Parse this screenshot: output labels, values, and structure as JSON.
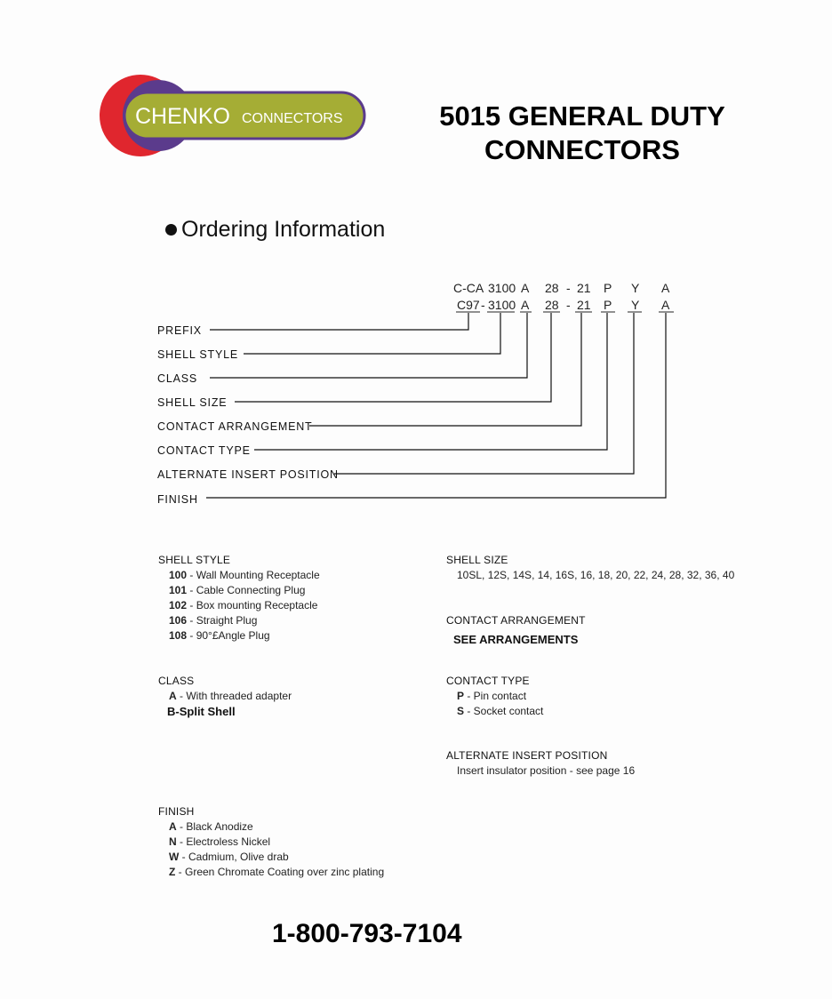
{
  "logo": {
    "brand": "CHENKO",
    "sub": "CONNECTORS",
    "colors": {
      "red": "#e0262e",
      "purple": "#5b3b8c",
      "olive": "#a5ad35"
    }
  },
  "title": {
    "line1": "5015 GENERAL DUTY",
    "line2": "CONNECTORS"
  },
  "section_heading": "Ordering Information",
  "part_code": {
    "row1": [
      "C-CA",
      "3100",
      "A",
      "28",
      "-",
      "21",
      "P",
      "Y",
      "A"
    ],
    "row2": [
      "C97",
      "-",
      "3100",
      "A",
      "28",
      "-",
      "21",
      "P",
      "Y",
      "A"
    ]
  },
  "callouts": [
    "PREFIX",
    "SHELL STYLE",
    "CLASS",
    "SHELL SIZE",
    "CONTACT ARRANGEMENT",
    "CONTACT TYPE",
    "ALTERNATE INSERT POSITION",
    "FINISH"
  ],
  "shell_style": {
    "heading": "SHELL STYLE",
    "items": [
      {
        "code": "100",
        "text": " - Wall Mounting Receptacle"
      },
      {
        "code": "101",
        "text": " - Cable Connecting Plug"
      },
      {
        "code": "102",
        "text": " - Box mounting Receptacle"
      },
      {
        "code": "106",
        "text": " - Straight Plug"
      },
      {
        "code": "108",
        "text": " - 90°£Angle Plug"
      }
    ]
  },
  "class": {
    "heading": "CLASS",
    "items": [
      {
        "code": "A",
        "text": " - With threaded adapter"
      }
    ],
    "extra": "B-Split Shell"
  },
  "finish": {
    "heading": "FINISH",
    "items": [
      {
        "code": "A",
        "text": " - Black Anodize"
      },
      {
        "code": "N",
        "text": " - Electroless Nickel"
      },
      {
        "code": "W",
        "text": " - Cadmium, Olive drab"
      },
      {
        "code": "Z",
        "text": " - Green Chromate Coating over zinc plating"
      }
    ]
  },
  "shell_size": {
    "heading": "SHELL SIZE",
    "values": "10SL, 12S, 14S, 14, 16S, 16, 18, 20, 22, 24, 28, 32, 36, 40"
  },
  "contact_arrangement": {
    "heading": "CONTACT ARRANGEMENT",
    "value": "SEE ARRANGEMENTS"
  },
  "contact_type": {
    "heading": "CONTACT TYPE",
    "items": [
      {
        "code": "P",
        "text": " - Pin contact"
      },
      {
        "code": "S",
        "text": " - Socket contact"
      }
    ]
  },
  "alternate_insert": {
    "heading": "ALTERNATE INSERT POSITION",
    "value": "Insert insulator position - see page 16"
  },
  "phone": "1-800-793-7104"
}
